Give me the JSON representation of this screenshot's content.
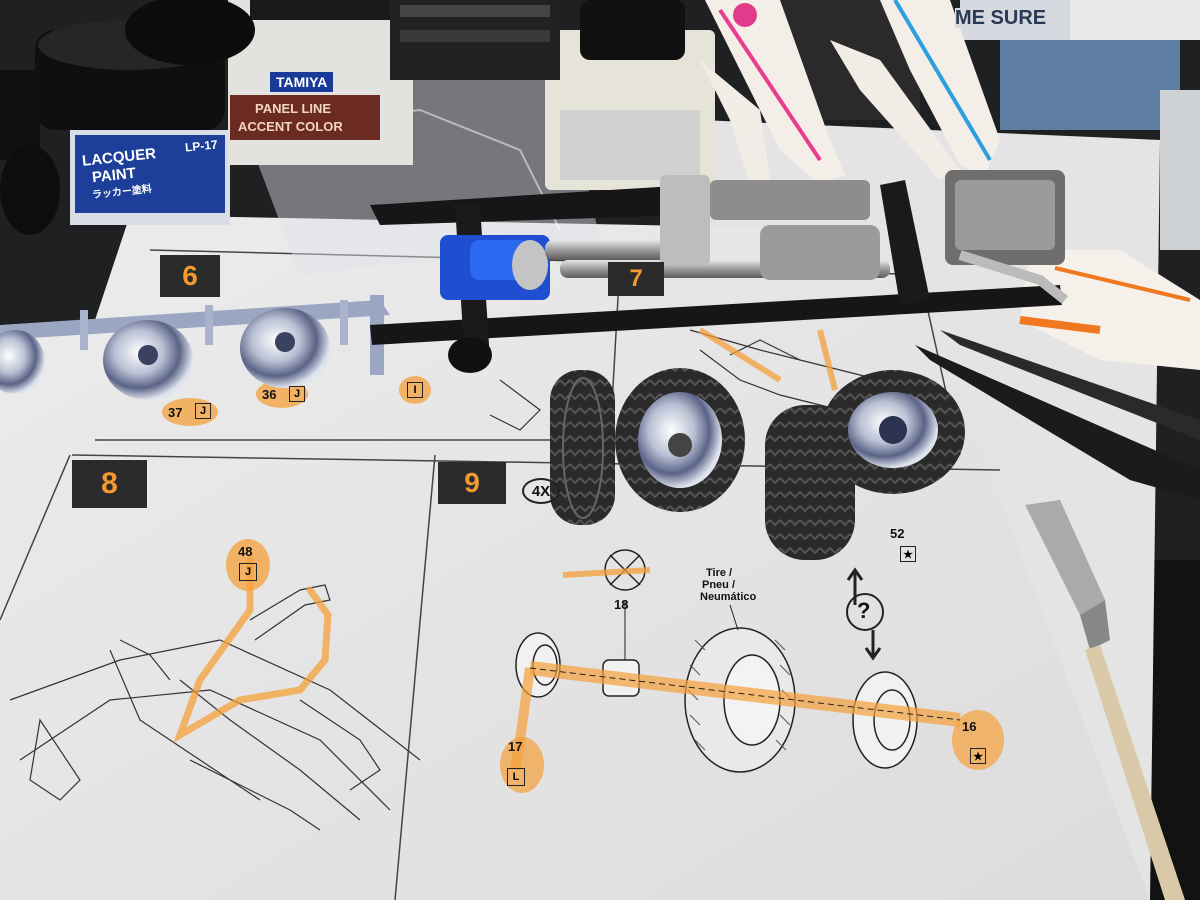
{
  "jars": {
    "jar1_line1": "LACQUER",
    "jar1_line2": "PAINT",
    "jar1_line3": "ラッカー塗料",
    "jar1_code": "LP-17",
    "jar2_brand": "TAMIYA",
    "jar2_line1": "PANEL LINE",
    "jar2_line2": "ACCENT COLOR",
    "cap_text": "ME SURE"
  },
  "instructions": {
    "step6": "6",
    "step7": "7",
    "step8": "8",
    "step9": "9",
    "qty": "4X",
    "part37": "37",
    "part37_letter": "J",
    "part36": "36",
    "part36_letter": "J",
    "partI_letter": "I",
    "part48": "48",
    "part48_letter": "J",
    "part18": "18",
    "part17": "17",
    "part17_letter": "L",
    "part16": "16",
    "part16_letter": "★",
    "part52": "52",
    "part52_letter": "★",
    "tire_label_1": "Tire /",
    "tire_label_2": "Pneu /",
    "tire_label_3": "Neumático",
    "question": "?"
  },
  "colors": {
    "highlighter": "#f5a03a",
    "paper": "#eeeeee",
    "chassis": "#1b1b1b",
    "engine_blue": "#1f4fd0",
    "chrome": "#c9cdd6"
  }
}
